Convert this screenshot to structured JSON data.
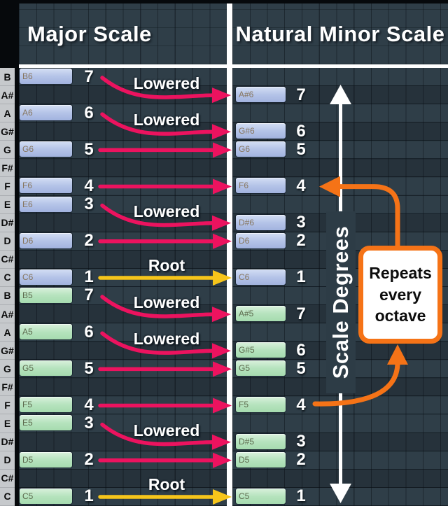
{
  "header": {
    "left": "Major Scale",
    "right": "Natural Minor Scale"
  },
  "labels": {
    "scale_degrees": "Scale Degrees",
    "repeats": "Repeats every octave",
    "lowered": "Lowered",
    "root": "Root"
  },
  "colors": {
    "pink_arrow": "#ec135f",
    "yellow_arrow": "#f6c51b",
    "orange_arrow": "#f57317",
    "white_arrow": "#ffffff",
    "panel_bg": "#2f3e48"
  },
  "rows": [
    {
      "key": "B",
      "sharp": false,
      "major": {
        "note": "B6",
        "degree": "7",
        "color": "blue"
      },
      "minor": null
    },
    {
      "key": "A#",
      "sharp": true,
      "major": null,
      "minor": {
        "note": "A#6",
        "degree": "7",
        "color": "blue"
      }
    },
    {
      "key": "A",
      "sharp": false,
      "major": {
        "note": "A6",
        "degree": "6",
        "color": "blue"
      },
      "minor": null
    },
    {
      "key": "G#",
      "sharp": true,
      "major": null,
      "minor": {
        "note": "G#6",
        "degree": "6",
        "color": "blue"
      }
    },
    {
      "key": "G",
      "sharp": false,
      "major": {
        "note": "G6",
        "degree": "5",
        "color": "blue"
      },
      "minor": {
        "note": "G6",
        "degree": "5",
        "color": "blue"
      }
    },
    {
      "key": "F#",
      "sharp": true,
      "major": null,
      "minor": null
    },
    {
      "key": "F",
      "sharp": false,
      "major": {
        "note": "F6",
        "degree": "4",
        "color": "blue"
      },
      "minor": {
        "note": "F6",
        "degree": "4",
        "color": "blue"
      }
    },
    {
      "key": "E",
      "sharp": false,
      "major": {
        "note": "E6",
        "degree": "3",
        "color": "blue"
      },
      "minor": null
    },
    {
      "key": "D#",
      "sharp": true,
      "major": null,
      "minor": {
        "note": "D#6",
        "degree": "3",
        "color": "blue"
      }
    },
    {
      "key": "D",
      "sharp": false,
      "major": {
        "note": "D6",
        "degree": "2",
        "color": "blue"
      },
      "minor": {
        "note": "D6",
        "degree": "2",
        "color": "blue"
      }
    },
    {
      "key": "C#",
      "sharp": true,
      "major": null,
      "minor": null
    },
    {
      "key": "C",
      "sharp": false,
      "major": {
        "note": "C6",
        "degree": "1",
        "color": "blue"
      },
      "minor": {
        "note": "C6",
        "degree": "1",
        "color": "blue"
      }
    },
    {
      "key": "B",
      "sharp": false,
      "major": {
        "note": "B5",
        "degree": "7",
        "color": "green"
      },
      "minor": null
    },
    {
      "key": "A#",
      "sharp": true,
      "major": null,
      "minor": {
        "note": "A#5",
        "degree": "7",
        "color": "green"
      }
    },
    {
      "key": "A",
      "sharp": false,
      "major": {
        "note": "A5",
        "degree": "6",
        "color": "green"
      },
      "minor": null
    },
    {
      "key": "G#",
      "sharp": true,
      "major": null,
      "minor": {
        "note": "G#5",
        "degree": "6",
        "color": "green"
      }
    },
    {
      "key": "G",
      "sharp": false,
      "major": {
        "note": "G5",
        "degree": "5",
        "color": "green"
      },
      "minor": {
        "note": "G5",
        "degree": "5",
        "color": "green"
      }
    },
    {
      "key": "F#",
      "sharp": true,
      "major": null,
      "minor": null
    },
    {
      "key": "F",
      "sharp": false,
      "major": {
        "note": "F5",
        "degree": "4",
        "color": "green"
      },
      "minor": {
        "note": "F5",
        "degree": "4",
        "color": "green"
      }
    },
    {
      "key": "E",
      "sharp": false,
      "major": {
        "note": "E5",
        "degree": "3",
        "color": "green"
      },
      "minor": null
    },
    {
      "key": "D#",
      "sharp": true,
      "major": null,
      "minor": {
        "note": "D#5",
        "degree": "3",
        "color": "green"
      }
    },
    {
      "key": "D",
      "sharp": false,
      "major": {
        "note": "D5",
        "degree": "2",
        "color": "green"
      },
      "minor": {
        "note": "D5",
        "degree": "2",
        "color": "green"
      }
    },
    {
      "key": "C#",
      "sharp": true,
      "major": null,
      "minor": null
    },
    {
      "key": "C",
      "sharp": false,
      "major": {
        "note": "C5",
        "degree": "1",
        "color": "green"
      },
      "minor": {
        "note": "C5",
        "degree": "1",
        "color": "green"
      }
    }
  ],
  "arrows": [
    {
      "from": 0,
      "to": 1,
      "kind": "lowered",
      "label": "Lowered"
    },
    {
      "from": 2,
      "to": 3,
      "kind": "lowered",
      "label": "Lowered"
    },
    {
      "from": 4,
      "to": 4,
      "kind": "same"
    },
    {
      "from": 6,
      "to": 6,
      "kind": "same"
    },
    {
      "from": 7,
      "to": 8,
      "kind": "lowered",
      "label": "Lowered"
    },
    {
      "from": 9,
      "to": 9,
      "kind": "same"
    },
    {
      "from": 11,
      "to": 11,
      "kind": "root",
      "label": "Root"
    },
    {
      "from": 12,
      "to": 13,
      "kind": "lowered",
      "label": "Lowered"
    },
    {
      "from": 14,
      "to": 15,
      "kind": "lowered",
      "label": "Lowered"
    },
    {
      "from": 16,
      "to": 16,
      "kind": "same"
    },
    {
      "from": 18,
      "to": 18,
      "kind": "same"
    },
    {
      "from": 19,
      "to": 20,
      "kind": "lowered",
      "label": "Lowered"
    },
    {
      "from": 21,
      "to": 21,
      "kind": "same"
    },
    {
      "from": 23,
      "to": 23,
      "kind": "root",
      "label": "Root"
    }
  ]
}
